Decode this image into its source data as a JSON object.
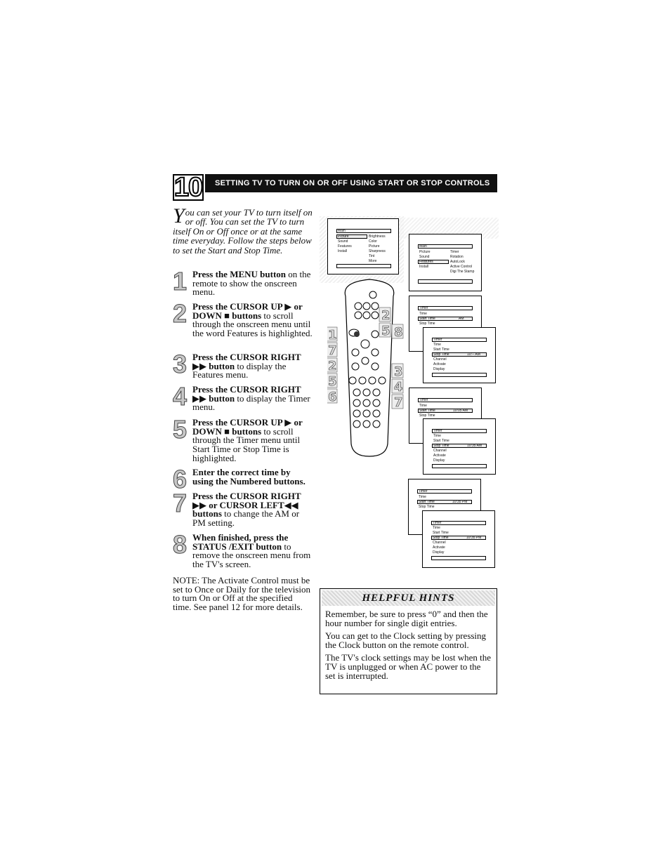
{
  "header": {
    "number": "10",
    "title": "SETTING TV TO TURN ON OR OFF USING START OR STOP CONTROLS"
  },
  "intro": {
    "dropcap": "Y",
    "text": "ou can set your TV to turn itself on or off.  You can set the TV to turn itself On  or Off  once or at the same time everyday.  Follow the steps below to set the Start and Stop Time."
  },
  "steps": [
    {
      "num": "1",
      "bold": "Press the MENU button",
      "rest": " on the remote to show the onscreen menu."
    },
    {
      "num": "2",
      "bold": "Press the CURSOR UP ▶ or DOWN ■ buttons",
      "rest": " to scroll through the onscreen menu until the word Features is highlighted."
    },
    {
      "num": "3",
      "bold": "Press the CURSOR RIGHT ▶▶ button",
      "rest": " to display the Features menu."
    },
    {
      "num": "4",
      "bold": "Press the CURSOR RIGHT ▶▶ button",
      "rest": " to display the Timer menu."
    },
    {
      "num": "5",
      "bold": "Press the CURSOR UP ▶ or DOWN ■ buttons",
      "rest": " to scroll through the Timer menu until Start Time or Stop Time is highlighted."
    },
    {
      "num": "6",
      "bold": "Enter the correct time by using the Numbered buttons.",
      "rest": ""
    },
    {
      "num": "7",
      "bold": "Press the CURSOR RIGHT ▶▶ or CURSOR LEFT◀◀ buttons",
      "rest": " to change the AM or PM setting."
    },
    {
      "num": "8",
      "bold": "When finished, press the STATUS /EXIT button",
      "rest": " to remove the onscreen menu from the TV's screen."
    }
  ],
  "note": "NOTE: The Activate Control must be set to Once or Daily for the television to turn On or Off at the specified time. See panel 12 for more details.",
  "hints": {
    "title": "HELPFUL HINTS",
    "items": [
      "Remember, be sure to press “0” and then the hour number for single digit entries.",
      "You can get to the Clock setting by pressing the Clock button on the remote control.",
      "The TV's clock settings may be lost when the TV is unplugged or when AC power to the set is interrupted."
    ]
  },
  "screens": {
    "main_menu": {
      "title": "Main",
      "items": [
        "Picture",
        "Sound",
        "Features",
        "Install"
      ],
      "sub": [
        "Brightness",
        "Color",
        "Picture",
        "Sharpness",
        "Tint",
        "More"
      ]
    },
    "features_menu": {
      "title": "Main",
      "items": [
        "Picture",
        "Sound",
        "Features",
        "Install"
      ],
      "sub": [
        "Timer",
        "Rotation",
        "AutoLock",
        "Active Control",
        "Digi The Stamp"
      ]
    },
    "timer_a": {
      "title": "Timer",
      "items": [
        "Time",
        "Start Time",
        "Stop Time"
      ],
      "value": "AM"
    },
    "timer_b": {
      "title": "Timer",
      "items": [
        "Time",
        "Start Time",
        "Stop Time",
        "Channel",
        "Activate",
        "Display"
      ],
      "value": "10:-- AM"
    },
    "timer_c": {
      "title": "Timer",
      "items": [
        "Time",
        "Start Time",
        "Stop Time"
      ],
      "value": "10:05 AM"
    },
    "timer_d": {
      "title": "Timer",
      "items": [
        "Time",
        "Start Time",
        "Stop Time",
        "Channel",
        "Activate",
        "Display"
      ],
      "value": "10:35 AM"
    },
    "timer_e": {
      "title": "Timer",
      "items": [
        "Time",
        "Start Time",
        "Stop Time"
      ],
      "value": "10:35 PM"
    },
    "timer_f": {
      "title": "Timer",
      "items": [
        "Time",
        "Start Time",
        "Stop Time",
        "Channel",
        "Activate",
        "Display"
      ],
      "value": "10:35 PM"
    }
  },
  "remote_callouts": [
    "1",
    "7",
    "2",
    "5",
    "6",
    "2",
    "5",
    "8",
    "3",
    "4",
    "7"
  ]
}
